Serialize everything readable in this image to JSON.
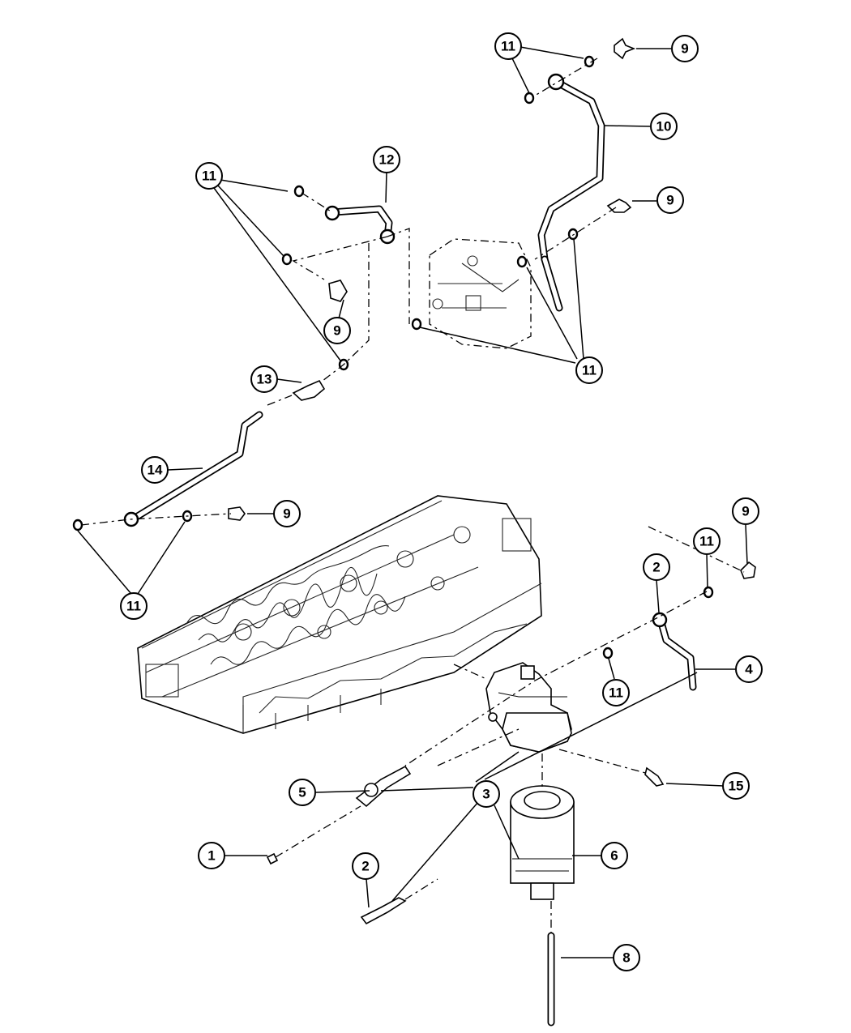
{
  "callouts": [
    {
      "label": "11"
    },
    {
      "label": "9"
    },
    {
      "label": "10"
    },
    {
      "label": "12"
    },
    {
      "label": "11"
    },
    {
      "label": "9"
    },
    {
      "label": "9"
    },
    {
      "label": "11"
    },
    {
      "label": "13"
    },
    {
      "label": "14"
    },
    {
      "label": "9"
    },
    {
      "label": "11"
    },
    {
      "label": "9"
    },
    {
      "label": "11"
    },
    {
      "label": "2"
    },
    {
      "label": "4"
    },
    {
      "label": "11"
    },
    {
      "label": "15"
    },
    {
      "label": "5"
    },
    {
      "label": "3"
    },
    {
      "label": "6"
    },
    {
      "label": "1"
    },
    {
      "label": "2"
    },
    {
      "label": "8"
    }
  ]
}
